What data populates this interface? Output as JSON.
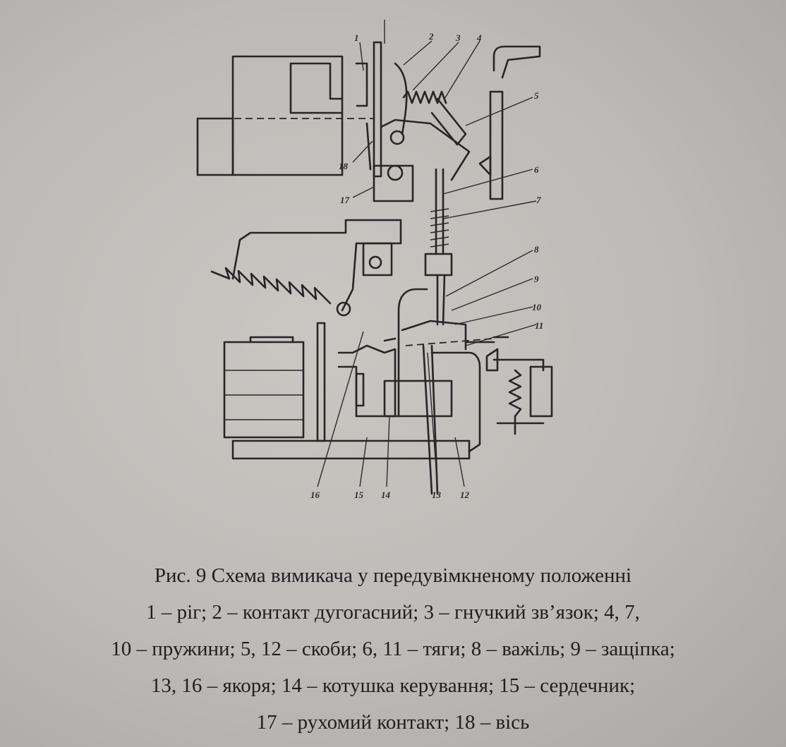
{
  "figure": {
    "labels": {
      "l1": "1",
      "l2": "2",
      "l3": "3",
      "l4": "4",
      "l5": "5",
      "l6": "6",
      "l7": "7",
      "l8": "8",
      "l9": "9",
      "l10": "10",
      "l11": "11",
      "l12": "12",
      "l13": "13",
      "l14": "14",
      "l15": "15",
      "l16": "16",
      "l17": "17",
      "l18": "18"
    }
  },
  "caption": {
    "line1": "Рис. 9 Схема вимикача у передувімкненому положенні",
    "line2": "1 – ріг; 2 – контакт дугогасний; 3 – гнучкий зв’язок; 4, 7,",
    "line3": "10 – пружини; 5, 12 – скоби; 6, 11 – тяги; 8 – важіль; 9 – защіпка;",
    "line4": "13, 16 – якоря; 14 – котушка керування; 15 – сердечник;",
    "line5": "17 – рухомий контакт; 18 – вісь"
  }
}
